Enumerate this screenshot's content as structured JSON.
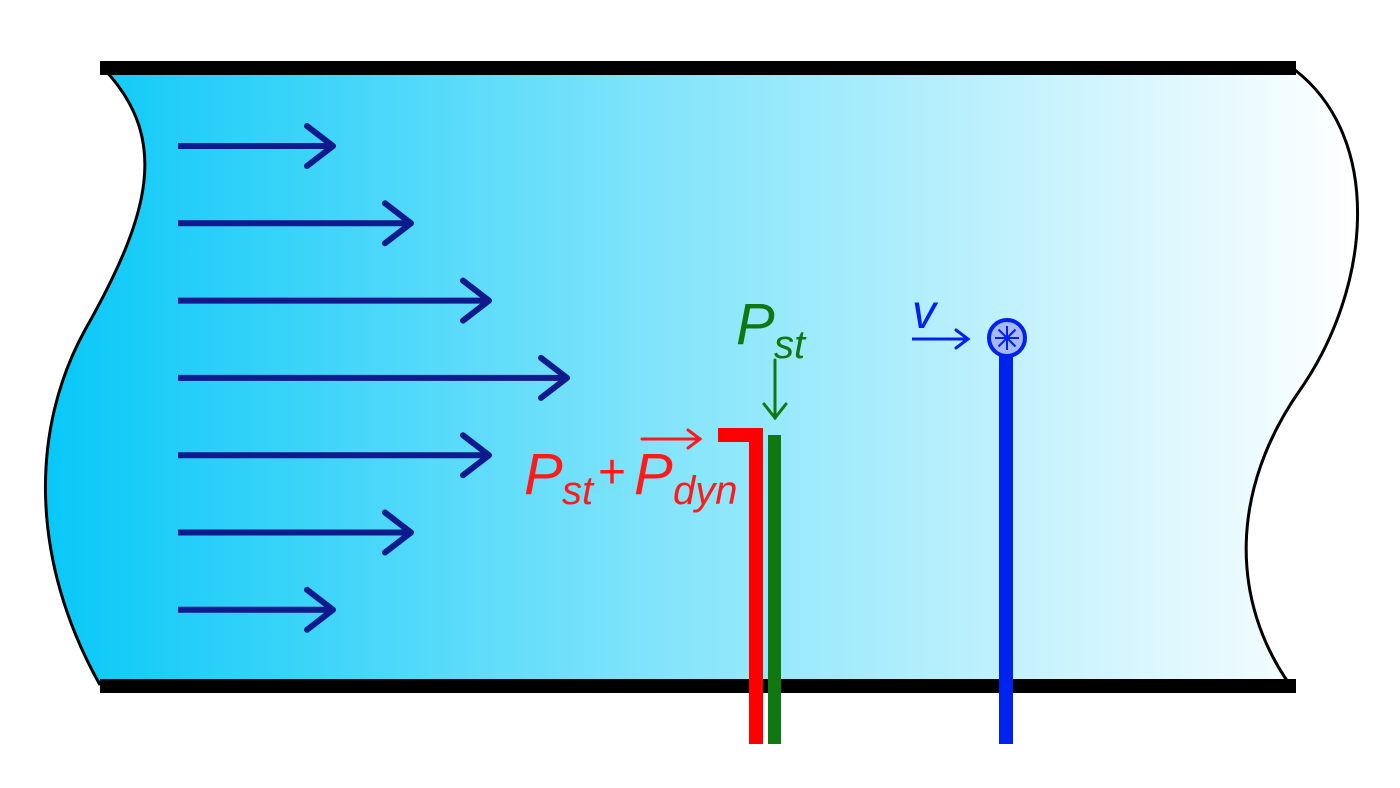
{
  "labels": {
    "total_pressure": {
      "main": "P",
      "sub1": "st",
      "plus": "+",
      "main2": "P",
      "sub2": "dyn"
    },
    "static_pressure": {
      "main": "P",
      "sub": "st"
    },
    "velocity": {
      "main": "v"
    }
  },
  "flow_profile": {
    "relative_velocity": [
      0.25,
      0.5,
      0.75,
      1.0,
      0.75,
      0.5,
      0.25
    ]
  },
  "colors": {
    "fluid_left": "#08c8f8",
    "fluid_mid": "#8ae6fb",
    "fluid_right": "#ffffff",
    "pipe_wall": "#000000",
    "flow_arrow": "#0f1a8c",
    "pitot_tube": "#ff0000",
    "static_tube": "#117711",
    "velocity_probe": "#0022ee",
    "probe_fill": "#a8b8ff"
  },
  "icons": {
    "pitot_arrow": "arrow-right-icon",
    "static_arrow": "arrow-down-icon",
    "velocity_arrow": "arrow-right-icon",
    "anemometer": "asterisk-circle-icon"
  }
}
